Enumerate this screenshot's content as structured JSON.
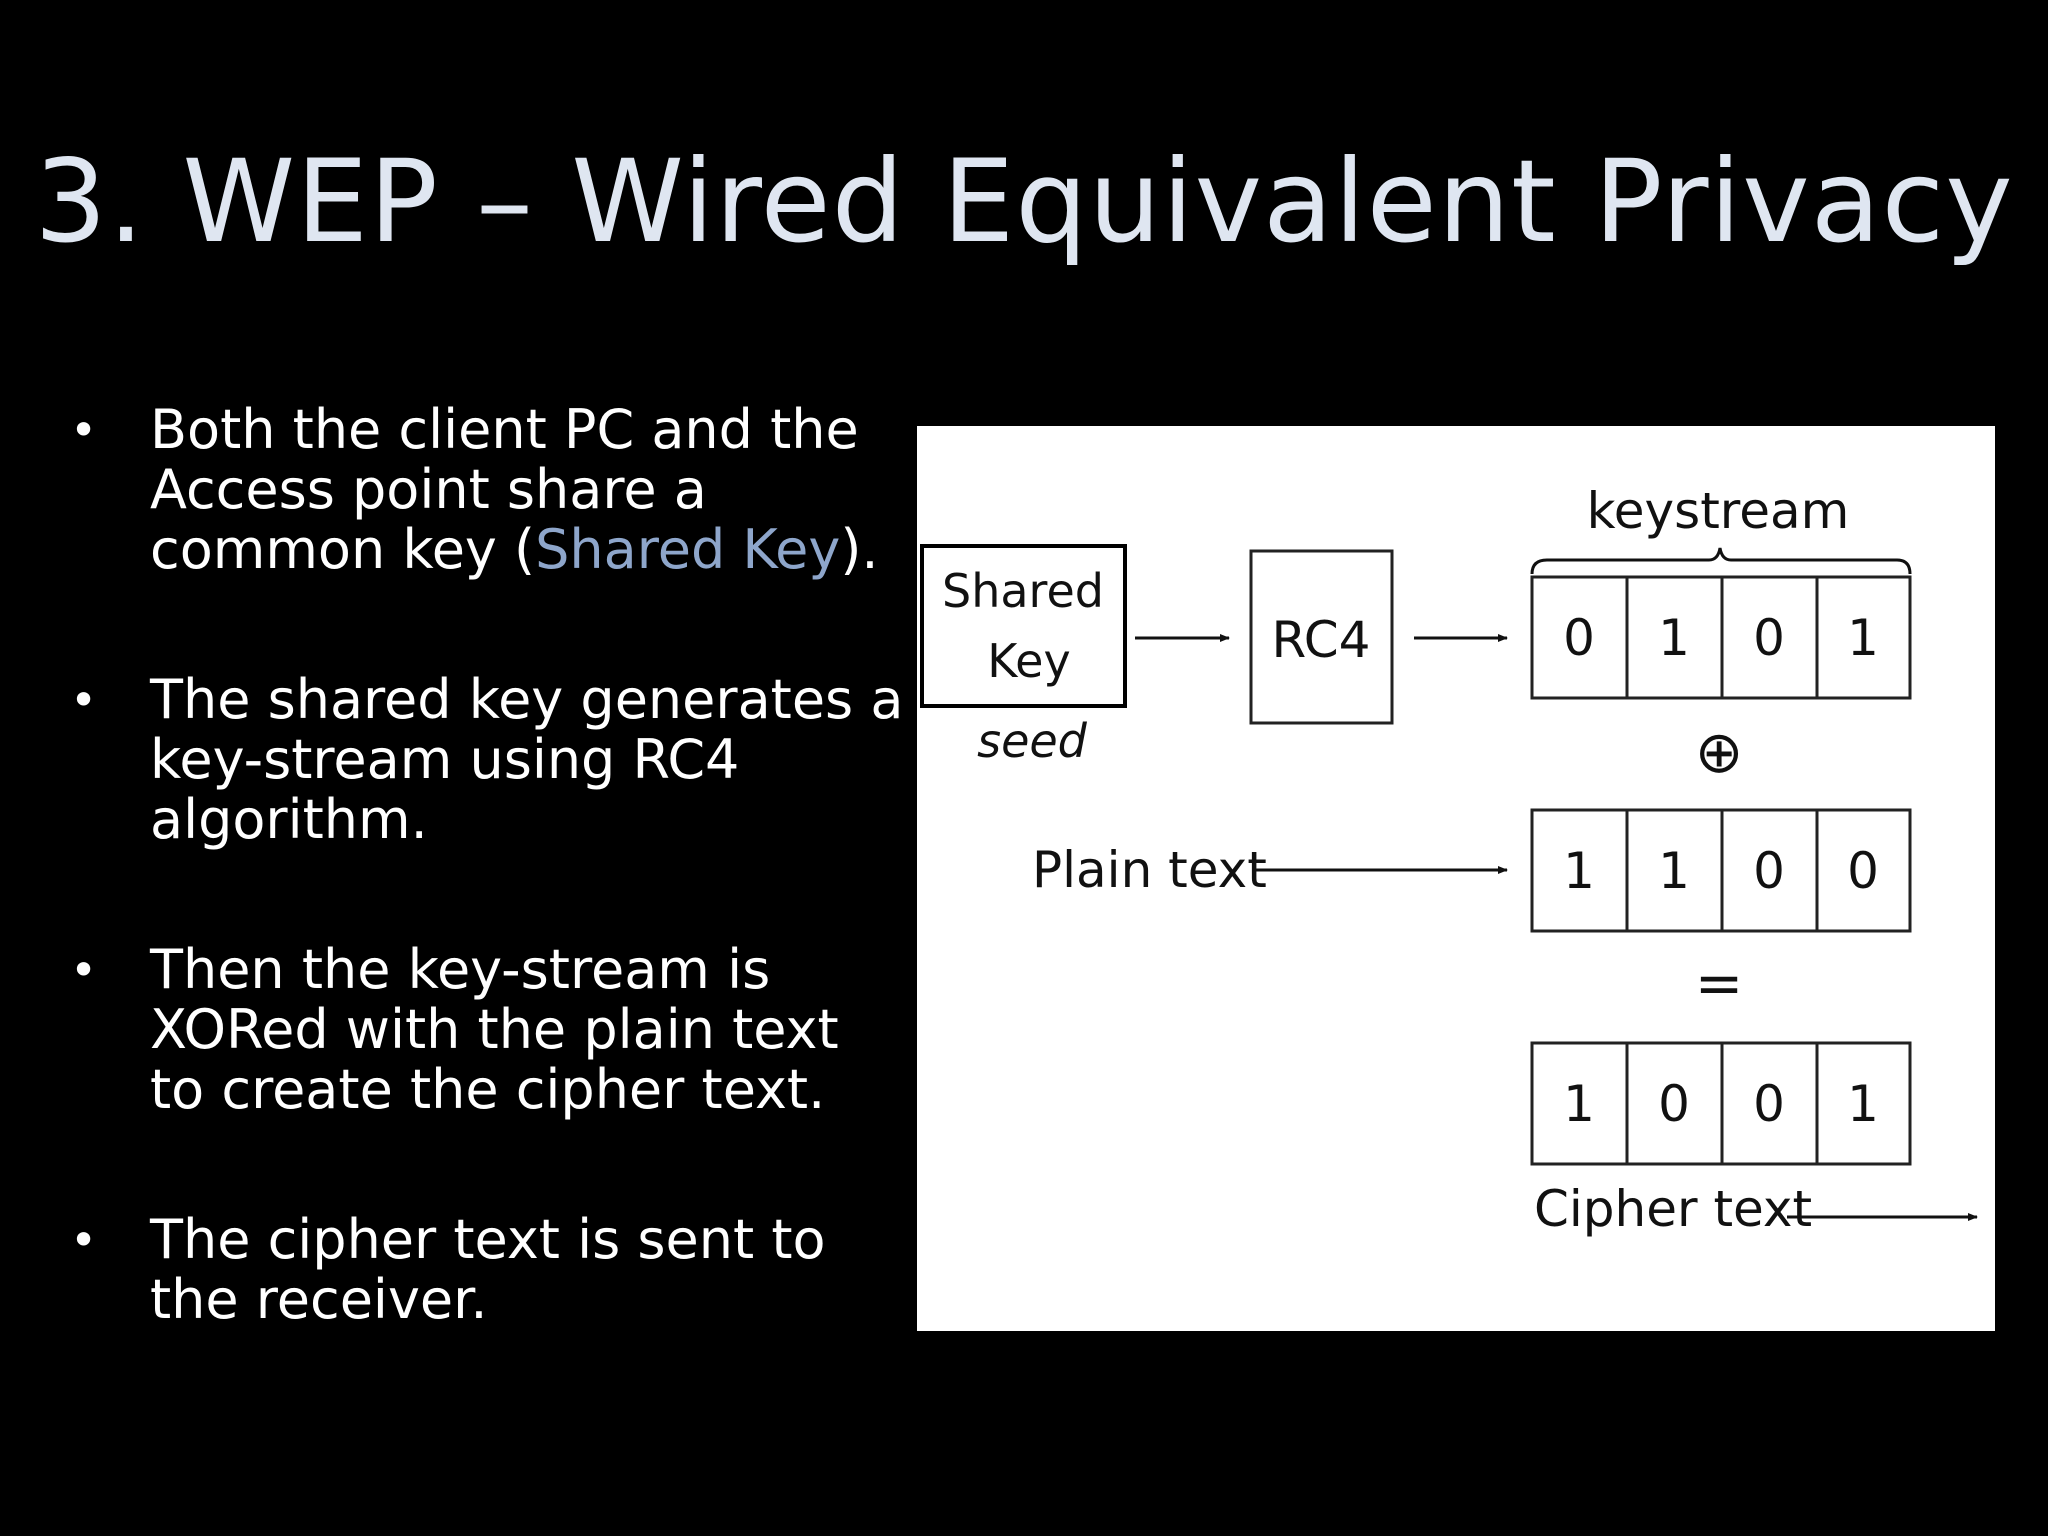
{
  "slide": {
    "title": "3. WEP – Wired Equivalent Privacy"
  },
  "bullets": [
    {
      "symbol": "•",
      "text_before": "Both the client PC and the\nAccess point share a\ncommon key (",
      "highlight": "Shared Key",
      "text_after": ")."
    },
    {
      "symbol": "•",
      "text": "The shared key generates a\nkey-stream using RC4\nalgorithm."
    },
    {
      "symbol": "•",
      "text": "Then the key-stream is\nXORed with the plain text\nto create the cipher text."
    },
    {
      "symbol": "•",
      "text": "The cipher text is sent to\nthe receiver."
    }
  ],
  "colors": {
    "background": "#000000",
    "title": "#dfe6f1",
    "highlight": "#8ea6cb",
    "diagram_background": "#ffffff"
  },
  "diagram": {
    "shared_key_line1": "Shared",
    "shared_key_line2": "Key",
    "seed_label": "seed",
    "rc4_label": "RC4",
    "keystream_label": "keystream",
    "keystream_bits": [
      "0",
      "1",
      "0",
      "1"
    ],
    "xor_symbol": "⊕",
    "plain_text_label": "Plain text",
    "plain_bits": [
      "1",
      "1",
      "0",
      "0"
    ],
    "equals_symbol": "=",
    "cipher_bits": [
      "1",
      "0",
      "0",
      "1"
    ],
    "cipher_text_label": "Cipher text"
  }
}
